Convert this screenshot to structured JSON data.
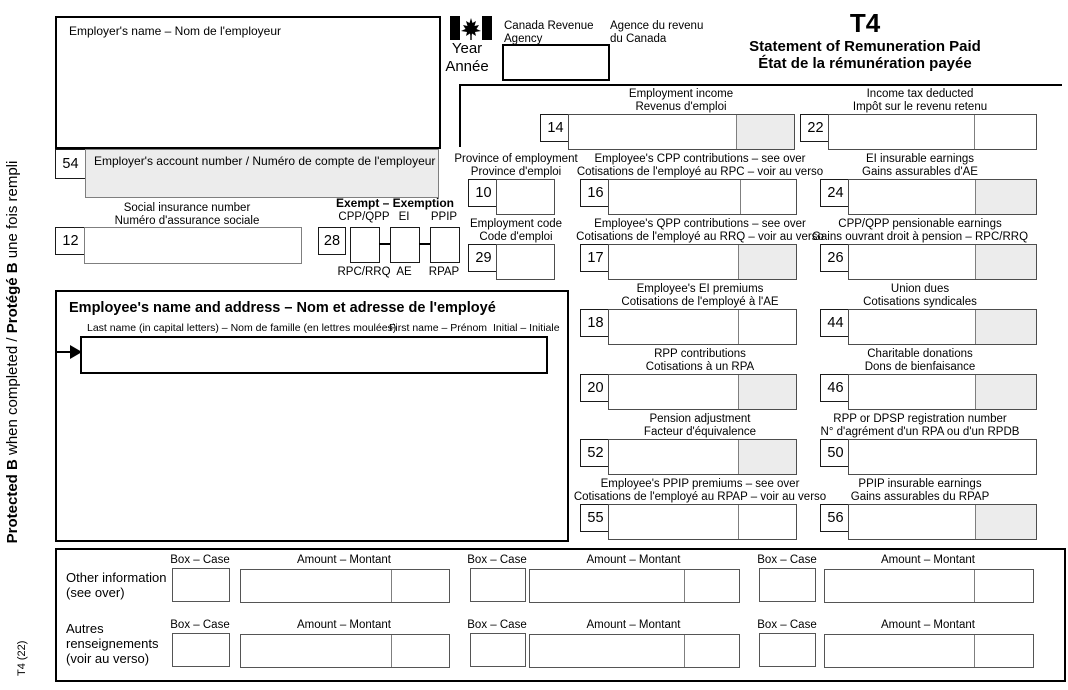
{
  "header": {
    "agency_en_line1": "Canada Revenue",
    "agency_en_line2": "Agency",
    "agency_fr_line1": "Agence du revenu",
    "agency_fr_line2": "du Canada",
    "year_label_en": "Year",
    "year_label_fr": "Année",
    "form_code": "T4",
    "title_en": "Statement of Remuneration Paid",
    "title_fr": "État de la rémunération payée"
  },
  "side": {
    "protected_en_bold": "Protected B",
    "protected_en_rest": " when completed / ",
    "protected_fr_bold": "Protégé B",
    "protected_fr_rest": " une fois rempli",
    "form_version": "T4 (22)"
  },
  "employer": {
    "name_label": "Employer's name – Nom de l'employeur",
    "account": {
      "number": "54",
      "label": "Employer's account number / Numéro de compte de l'employeur"
    }
  },
  "sin": {
    "number": "12",
    "label_en": "Social insurance number",
    "label_fr": "Numéro d'assurance sociale"
  },
  "exempt": {
    "number": "28",
    "title": "Exempt – Exemption",
    "col1_top": "CPP/QPP",
    "col2_top": "EI",
    "col3_top": "PPIP",
    "col1_bottom": "RPC/RRQ",
    "col2_bottom": "AE",
    "col3_bottom": "RPAP"
  },
  "employee": {
    "header": "Employee's name and address – Nom et adresse de l'employé",
    "last_name_label": "Last name (in capital letters) – Nom de famille (en lettres moulées)",
    "first_name_label": "First name – Prénom",
    "initial_label": "Initial – Initiale"
  },
  "fields": {
    "f14": {
      "number": "14",
      "label_en": "Employment income",
      "label_fr": "Revenus d'emploi"
    },
    "f22": {
      "number": "22",
      "label_en": "Income tax deducted",
      "label_fr": "Impôt sur le revenu retenu"
    },
    "f10": {
      "number": "10",
      "label_en": "Province of employment",
      "label_fr": "Province d'emploi"
    },
    "f16": {
      "number": "16",
      "label_en": "Employee's CPP contributions – see over",
      "label_fr": "Cotisations de l'employé au RPC – voir au verso"
    },
    "f24": {
      "number": "24",
      "label_en": "EI insurable earnings",
      "label_fr": "Gains assurables d'AE"
    },
    "f29": {
      "number": "29",
      "label_en": "Employment code",
      "label_fr": "Code d'emploi"
    },
    "f17": {
      "number": "17",
      "label_en": "Employee's QPP contributions – see over",
      "label_fr": "Cotisations de l'employé au RRQ – voir au verso"
    },
    "f26": {
      "number": "26",
      "label_en": "CPP/QPP pensionable earnings",
      "label_fr": "Gains ouvrant droit à pension – RPC/RRQ"
    },
    "f18": {
      "number": "18",
      "label_en": "Employee's EI premiums",
      "label_fr": "Cotisations de l'employé à l'AE"
    },
    "f44": {
      "number": "44",
      "label_en": "Union dues",
      "label_fr": "Cotisations syndicales"
    },
    "f20": {
      "number": "20",
      "label_en": "RPP contributions",
      "label_fr": "Cotisations à un RPA"
    },
    "f46": {
      "number": "46",
      "label_en": "Charitable donations",
      "label_fr": "Dons de bienfaisance"
    },
    "f52": {
      "number": "52",
      "label_en": "Pension adjustment",
      "label_fr": "Facteur d'équivalence"
    },
    "f50": {
      "number": "50",
      "label_en": "RPP or DPSP registration number",
      "label_fr": "N° d'agrément d'un RPA ou d'un RPDB"
    },
    "f55": {
      "number": "55",
      "label_en": "Employee's PPIP premiums – see over",
      "label_fr": "Cotisations de l'employé au RPAP – voir au verso"
    },
    "f56": {
      "number": "56",
      "label_en": "PPIP insurable earnings",
      "label_fr": "Gains assurables du RPAP"
    }
  },
  "other_info": {
    "label_en_line1": "Other information",
    "label_en_line2": "(see over)",
    "label_fr_line1": "Autres",
    "label_fr_line2": "renseignements",
    "label_fr_line3": "(voir au verso)",
    "box_label": "Box – Case",
    "amount_label": "Amount – Montant"
  },
  "colors": {
    "shaded_box": "#ececec",
    "grey_border": "#7f7f7f",
    "ink": "#000000"
  }
}
